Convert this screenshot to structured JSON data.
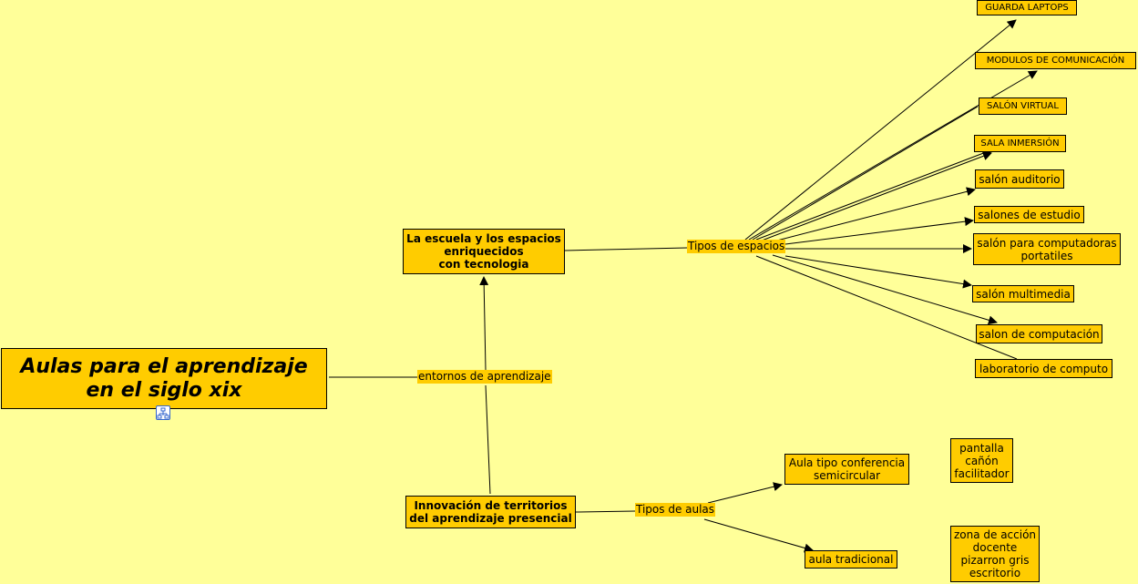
{
  "root": {
    "title": "Aulas para el aprendizaje\nen el siglo xix"
  },
  "link_labels": {
    "entornos": "entornos de aprendizaje",
    "tipos_espacios": "Tipos de espacios",
    "tipos_aulas": "Tipos de aulas"
  },
  "concepts": {
    "escuela": "La escuela y los espacios\nenriquecidos\ncon tecnologia",
    "innovacion": "Innovación de territorios\ndel aprendizaje presencial"
  },
  "espacios": [
    "GUARDA LAPTOPS",
    "MODULOS DE COMUNICACIÓN",
    "SALÓN VIRTUAL",
    "SALA INMERSIÓN",
    "salón auditorio",
    "salones de estudio",
    "salón para computadoras\nportatiles",
    "salón multimedia",
    "salon de computación",
    "laboratorio de computo"
  ],
  "aulas": {
    "conferencia": "Aula tipo conferencia\nsemicircular",
    "tradicional": "aula tradicional"
  },
  "notes": {
    "conferencia_items": "pantalla\ncañón\nfacilitador",
    "tradicional_items": "zona de acción\ndocente\npizarron gris\nescritorio"
  },
  "icons": {
    "map": "concept-map-icon"
  }
}
